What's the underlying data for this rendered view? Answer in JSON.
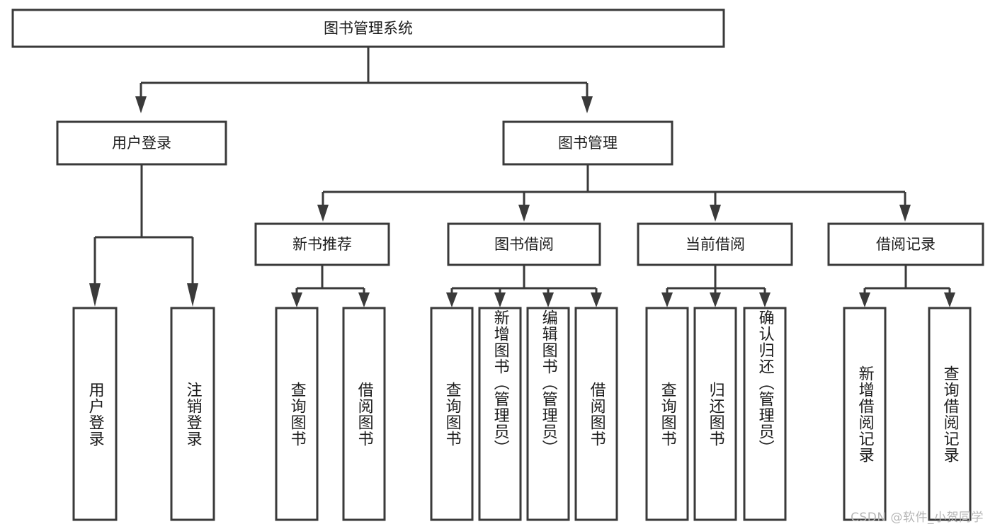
{
  "diagram": {
    "title": "图书管理系统",
    "type": "hierarchy-tree",
    "colors": {
      "stroke": "#3a3a3a",
      "box_fill": "#ffffff",
      "text": "#1c1c1c",
      "background": "#ffffff",
      "watermark": "#b6b6b6"
    },
    "root": {
      "label": "图书管理系统"
    },
    "level2": [
      {
        "label": "用户登录"
      },
      {
        "label": "图书管理"
      }
    ],
    "level3": [
      {
        "label": "新书推荐"
      },
      {
        "label": "图书借阅"
      },
      {
        "label": "当前借阅"
      },
      {
        "label": "借阅记录"
      }
    ],
    "leaves": {
      "user_login": [
        {
          "label": "用户登录"
        },
        {
          "label": "注销登录"
        }
      ],
      "new_book_recommend": [
        {
          "label": "查询图书"
        },
        {
          "label": "借阅图书"
        }
      ],
      "book_borrow": [
        {
          "label": "查询图书"
        },
        {
          "label": "新增图书（管理员）"
        },
        {
          "label": "编辑图书（管理员）"
        },
        {
          "label": "借阅图书"
        }
      ],
      "current_borrow": [
        {
          "label": "查询图书"
        },
        {
          "label": "归还图书"
        },
        {
          "label": "确认归还（管理员）"
        }
      ],
      "borrow_record": [
        {
          "label": "新增借阅记录"
        },
        {
          "label": "查询借阅记录"
        }
      ]
    }
  },
  "watermark": {
    "text": "CSDN @软件_小贺同学"
  }
}
